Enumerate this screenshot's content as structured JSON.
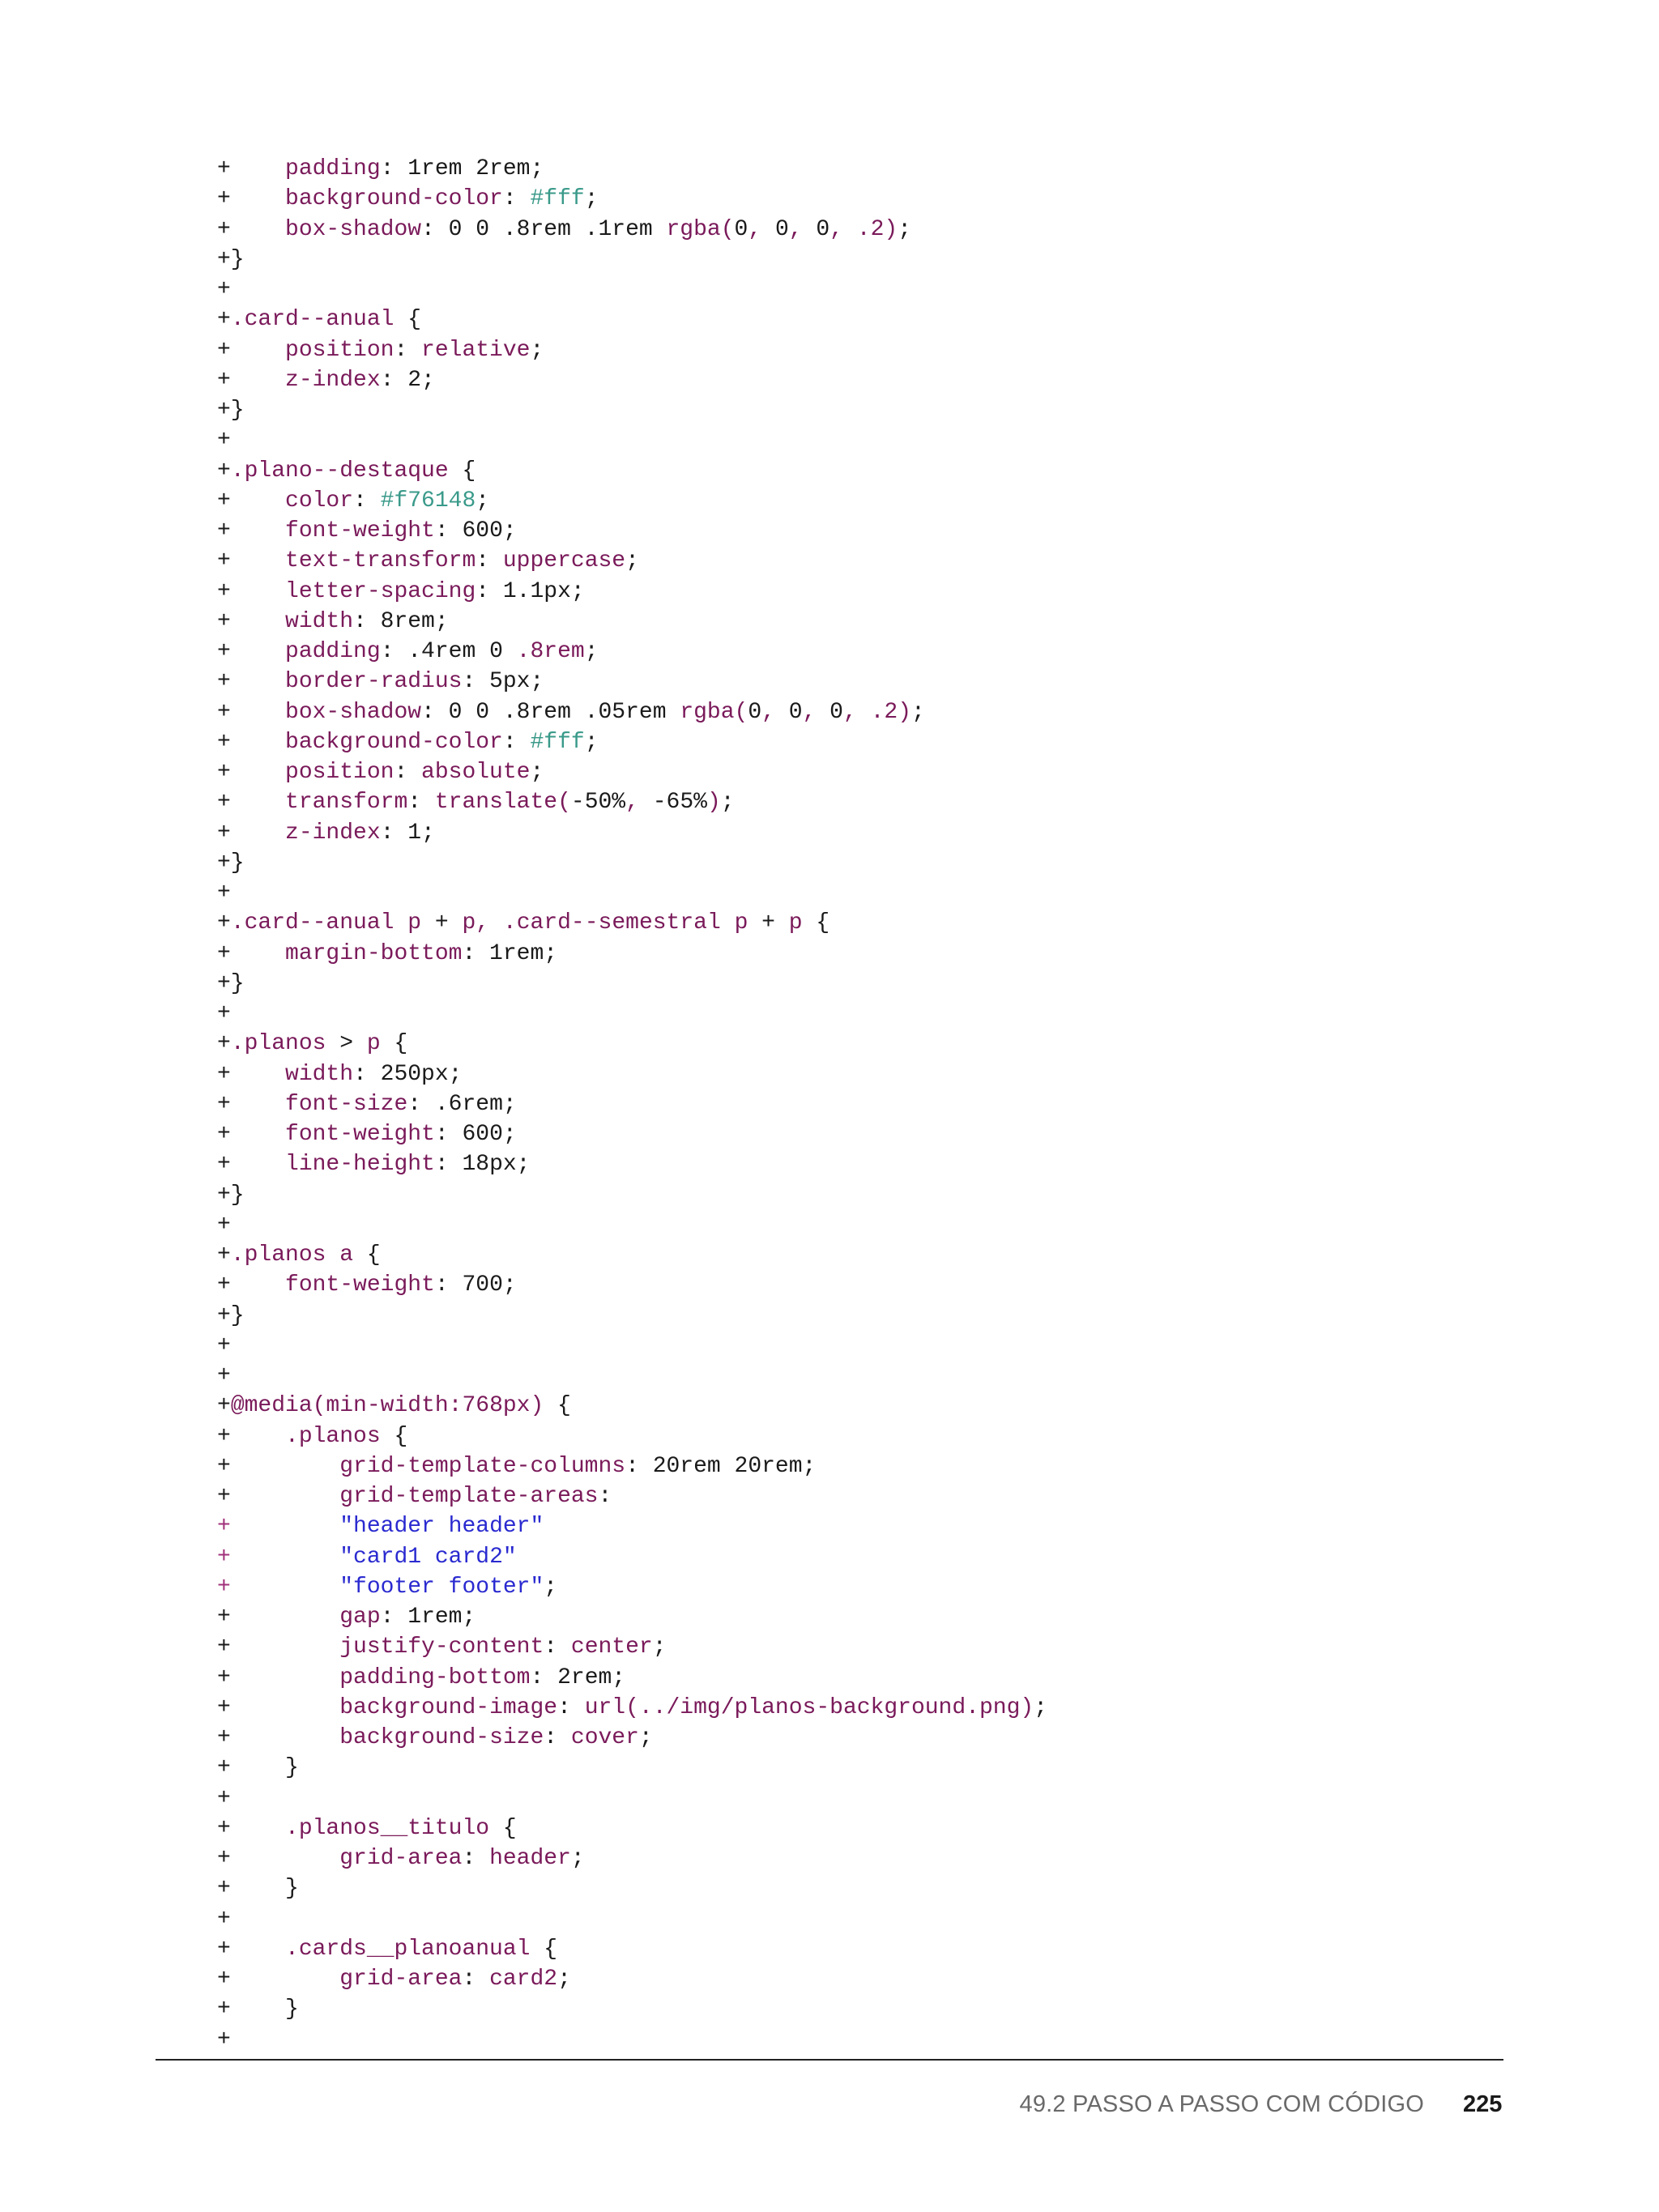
{
  "code": {
    "lines": [
      [
        [
          "p",
          "+    "
        ],
        [
          "prop",
          "padding"
        ],
        [
          "p",
          ": 1rem 2rem;"
        ]
      ],
      [
        [
          "p",
          "+    "
        ],
        [
          "prop",
          "background-color"
        ],
        [
          "p",
          ": "
        ],
        [
          "color",
          "#fff"
        ],
        [
          "p",
          ";"
        ]
      ],
      [
        [
          "p",
          "+    "
        ],
        [
          "prop",
          "box-shadow"
        ],
        [
          "p",
          ": 0 0 .8rem .1rem "
        ],
        [
          "kw",
          "rgba("
        ],
        [
          "p",
          "0"
        ],
        [
          "kw",
          ","
        ],
        [
          "p",
          " 0"
        ],
        [
          "kw",
          ","
        ],
        [
          "p",
          " 0"
        ],
        [
          "kw",
          ","
        ],
        [
          "p",
          " "
        ],
        [
          "kw",
          ".2"
        ],
        [
          "kw",
          ")"
        ],
        [
          "p",
          ";"
        ]
      ],
      [
        [
          "p",
          "+}"
        ]
      ],
      [
        [
          "p",
          "+"
        ]
      ],
      [
        [
          "p",
          "+"
        ],
        [
          "sel",
          ".card--anual"
        ],
        [
          "p",
          " {"
        ]
      ],
      [
        [
          "p",
          "+    "
        ],
        [
          "prop",
          "position"
        ],
        [
          "p",
          ": "
        ],
        [
          "kw",
          "relative"
        ],
        [
          "p",
          ";"
        ]
      ],
      [
        [
          "p",
          "+    "
        ],
        [
          "prop",
          "z-index"
        ],
        [
          "p",
          ": 2;"
        ]
      ],
      [
        [
          "p",
          "+}"
        ]
      ],
      [
        [
          "p",
          "+"
        ]
      ],
      [
        [
          "p",
          "+"
        ],
        [
          "sel",
          ".plano--destaque"
        ],
        [
          "p",
          " {"
        ]
      ],
      [
        [
          "p",
          "+    "
        ],
        [
          "prop",
          "color"
        ],
        [
          "p",
          ": "
        ],
        [
          "color",
          "#f76148"
        ],
        [
          "p",
          ";"
        ]
      ],
      [
        [
          "p",
          "+    "
        ],
        [
          "prop",
          "font-weight"
        ],
        [
          "p",
          ": 600;"
        ]
      ],
      [
        [
          "p",
          "+    "
        ],
        [
          "prop",
          "text-transform"
        ],
        [
          "p",
          ": "
        ],
        [
          "kw",
          "uppercase"
        ],
        [
          "p",
          ";"
        ]
      ],
      [
        [
          "p",
          "+    "
        ],
        [
          "prop",
          "letter-spacing"
        ],
        [
          "p",
          ": 1.1px;"
        ]
      ],
      [
        [
          "p",
          "+    "
        ],
        [
          "prop",
          "width"
        ],
        [
          "p",
          ": 8rem;"
        ]
      ],
      [
        [
          "p",
          "+    "
        ],
        [
          "prop",
          "padding"
        ],
        [
          "p",
          ": .4rem 0 "
        ],
        [
          "kw",
          ".8rem"
        ],
        [
          "p",
          ";"
        ]
      ],
      [
        [
          "p",
          "+    "
        ],
        [
          "prop",
          "border-radius"
        ],
        [
          "p",
          ": 5px;"
        ]
      ],
      [
        [
          "p",
          "+    "
        ],
        [
          "prop",
          "box-shadow"
        ],
        [
          "p",
          ": 0 0 .8rem .05rem "
        ],
        [
          "kw",
          "rgba("
        ],
        [
          "p",
          "0"
        ],
        [
          "kw",
          ","
        ],
        [
          "p",
          " 0"
        ],
        [
          "kw",
          ","
        ],
        [
          "p",
          " 0"
        ],
        [
          "kw",
          ","
        ],
        [
          "p",
          " "
        ],
        [
          "kw",
          ".2"
        ],
        [
          "kw",
          ")"
        ],
        [
          "p",
          ";"
        ]
      ],
      [
        [
          "p",
          "+    "
        ],
        [
          "prop",
          "background-color"
        ],
        [
          "p",
          ": "
        ],
        [
          "color",
          "#fff"
        ],
        [
          "p",
          ";"
        ]
      ],
      [
        [
          "p",
          "+    "
        ],
        [
          "prop",
          "position"
        ],
        [
          "p",
          ": "
        ],
        [
          "kw",
          "absolute"
        ],
        [
          "p",
          ";"
        ]
      ],
      [
        [
          "p",
          "+    "
        ],
        [
          "prop",
          "transform"
        ],
        [
          "p",
          ": "
        ],
        [
          "kw",
          "translate("
        ],
        [
          "p",
          "-50%"
        ],
        [
          "kw",
          ","
        ],
        [
          "p",
          " -65%"
        ],
        [
          "kw",
          ")"
        ],
        [
          "p",
          ";"
        ]
      ],
      [
        [
          "p",
          "+    "
        ],
        [
          "prop",
          "z-index"
        ],
        [
          "p",
          ": 1;"
        ]
      ],
      [
        [
          "p",
          "+}"
        ]
      ],
      [
        [
          "p",
          "+"
        ]
      ],
      [
        [
          "p",
          "+"
        ],
        [
          "sel",
          ".card--anual p"
        ],
        [
          "p",
          " + "
        ],
        [
          "sel",
          "p"
        ],
        [
          "kw",
          ","
        ],
        [
          "p",
          " "
        ],
        [
          "sel",
          ".card--semestral p"
        ],
        [
          "p",
          " + "
        ],
        [
          "sel",
          "p"
        ],
        [
          "p",
          " {"
        ]
      ],
      [
        [
          "p",
          "+    "
        ],
        [
          "prop",
          "margin-bottom"
        ],
        [
          "p",
          ": 1rem;"
        ]
      ],
      [
        [
          "p",
          "+}"
        ]
      ],
      [
        [
          "p",
          "+"
        ]
      ],
      [
        [
          "p",
          "+"
        ],
        [
          "sel",
          ".planos"
        ],
        [
          "p",
          " > "
        ],
        [
          "sel",
          "p"
        ],
        [
          "p",
          " {"
        ]
      ],
      [
        [
          "p",
          "+    "
        ],
        [
          "prop",
          "width"
        ],
        [
          "p",
          ": 250px;"
        ]
      ],
      [
        [
          "p",
          "+    "
        ],
        [
          "prop",
          "font-size"
        ],
        [
          "p",
          ": .6rem;"
        ]
      ],
      [
        [
          "p",
          "+    "
        ],
        [
          "prop",
          "font-weight"
        ],
        [
          "p",
          ": 600;"
        ]
      ],
      [
        [
          "p",
          "+    "
        ],
        [
          "prop",
          "line-height"
        ],
        [
          "p",
          ": 18px;"
        ]
      ],
      [
        [
          "p",
          "+}"
        ]
      ],
      [
        [
          "p",
          "+"
        ]
      ],
      [
        [
          "p",
          "+"
        ],
        [
          "sel",
          ".planos a"
        ],
        [
          "p",
          " {"
        ]
      ],
      [
        [
          "p",
          "+    "
        ],
        [
          "prop",
          "font-weight"
        ],
        [
          "p",
          ": 700;"
        ]
      ],
      [
        [
          "p",
          "+}"
        ]
      ],
      [
        [
          "p",
          "+"
        ]
      ],
      [
        [
          "p",
          "+"
        ]
      ],
      [
        [
          "p",
          "+"
        ],
        [
          "kw",
          "@media(min-width:768px)"
        ],
        [
          "p",
          " {"
        ]
      ],
      [
        [
          "p",
          "+    "
        ],
        [
          "sel",
          ".planos"
        ],
        [
          "p",
          " {"
        ]
      ],
      [
        [
          "p",
          "+        "
        ],
        [
          "prop",
          "grid-template-columns"
        ],
        [
          "p",
          ": 20rem 20rem;"
        ]
      ],
      [
        [
          "p",
          "+        "
        ],
        [
          "prop",
          "grid-template-areas"
        ],
        [
          "p",
          ":"
        ]
      ],
      [
        [
          "mk",
          "+"
        ],
        [
          "p",
          "        "
        ],
        [
          "str",
          "\"header header\""
        ]
      ],
      [
        [
          "mk",
          "+"
        ],
        [
          "p",
          "        "
        ],
        [
          "str",
          "\"card1 card2\""
        ]
      ],
      [
        [
          "mk",
          "+"
        ],
        [
          "p",
          "        "
        ],
        [
          "str",
          "\"footer footer\""
        ],
        [
          "p",
          ";"
        ]
      ],
      [
        [
          "p",
          "+        "
        ],
        [
          "prop",
          "gap"
        ],
        [
          "p",
          ": 1rem;"
        ]
      ],
      [
        [
          "p",
          "+        "
        ],
        [
          "prop",
          "justify-content"
        ],
        [
          "p",
          ": "
        ],
        [
          "kw",
          "center"
        ],
        [
          "p",
          ";"
        ]
      ],
      [
        [
          "p",
          "+        "
        ],
        [
          "prop",
          "padding-bottom"
        ],
        [
          "p",
          ": 2rem;"
        ]
      ],
      [
        [
          "p",
          "+        "
        ],
        [
          "prop",
          "background-image"
        ],
        [
          "p",
          ": "
        ],
        [
          "kw",
          "url(../img/planos-background.png)"
        ],
        [
          "p",
          ";"
        ]
      ],
      [
        [
          "p",
          "+        "
        ],
        [
          "prop",
          "background-size"
        ],
        [
          "p",
          ": "
        ],
        [
          "kw",
          "cover"
        ],
        [
          "p",
          ";"
        ]
      ],
      [
        [
          "p",
          "+    }"
        ]
      ],
      [
        [
          "p",
          "+"
        ]
      ],
      [
        [
          "p",
          "+    "
        ],
        [
          "sel",
          ".planos__titulo"
        ],
        [
          "p",
          " {"
        ]
      ],
      [
        [
          "p",
          "+        "
        ],
        [
          "prop",
          "grid-area"
        ],
        [
          "p",
          ": "
        ],
        [
          "kw",
          "header"
        ],
        [
          "p",
          ";"
        ]
      ],
      [
        [
          "p",
          "+    }"
        ]
      ],
      [
        [
          "p",
          "+"
        ]
      ],
      [
        [
          "p",
          "+    "
        ],
        [
          "sel",
          ".cards__planoanual"
        ],
        [
          "p",
          " {"
        ]
      ],
      [
        [
          "p",
          "+        "
        ],
        [
          "prop",
          "grid-area"
        ],
        [
          "p",
          ": "
        ],
        [
          "kw",
          "card2"
        ],
        [
          "p",
          ";"
        ]
      ],
      [
        [
          "p",
          "+    }"
        ]
      ],
      [
        [
          "p",
          "+"
        ]
      ]
    ]
  },
  "footer": {
    "section_title": "49.2 PASSO A PASSO COM CÓDIGO",
    "page_number": "225"
  }
}
